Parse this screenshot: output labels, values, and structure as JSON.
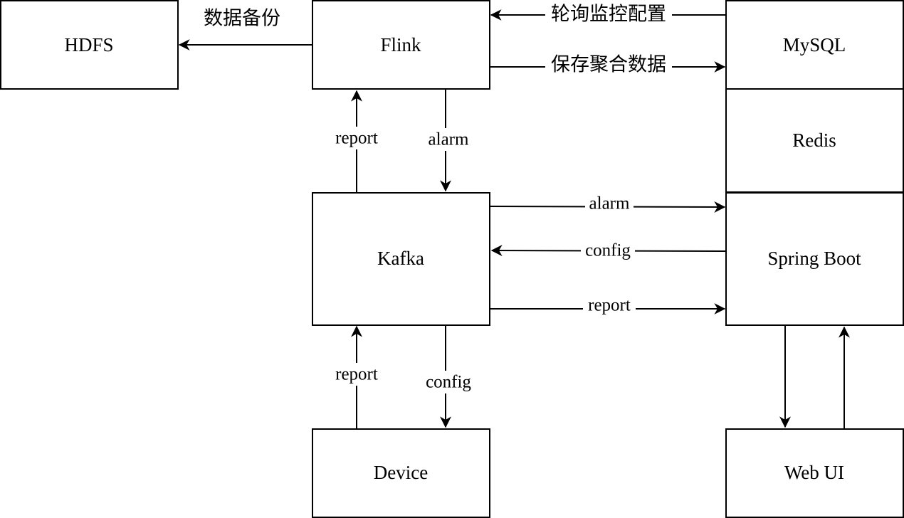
{
  "nodes": {
    "hdfs": "HDFS",
    "flink": "Flink",
    "mysql": "MySQL",
    "redis": "Redis",
    "kafka": "Kafka",
    "spring_boot": "Spring Boot",
    "device": "Device",
    "web_ui": "Web UI"
  },
  "edges": {
    "flink_to_hdfs": "数据备份",
    "mysql_to_flink": "轮询监控配置",
    "flink_to_mysql": "保存聚合数据",
    "kafka_to_flink": "report",
    "flink_to_kafka": "alarm",
    "kafka_to_spring_alarm": "alarm",
    "spring_to_kafka_config": "config",
    "kafka_to_spring_report": "report",
    "device_to_kafka": "report",
    "kafka_to_device": "config",
    "spring_to_webui": "",
    "webui_to_spring": ""
  }
}
